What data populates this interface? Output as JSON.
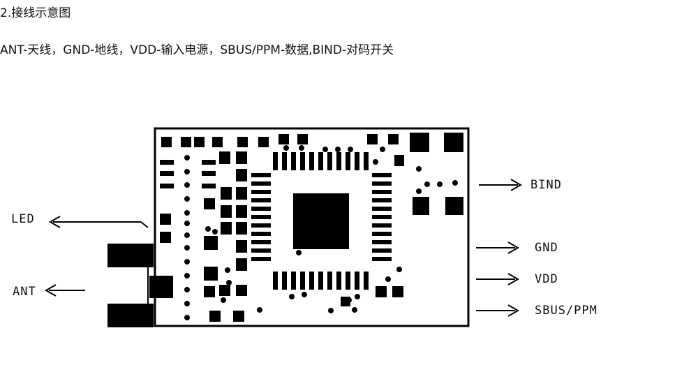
{
  "heading": "2.接线示意图",
  "legend": "ANT-天线，GND-地线，VDD-输入电源，SBUS/PPM-数据,BIND-对码开关",
  "labels": {
    "led": "LED",
    "ant": "ANT",
    "bind": "BIND",
    "gnd": "GND",
    "vdd": "VDD",
    "sbus_ppm": "SBUS/PPM"
  }
}
